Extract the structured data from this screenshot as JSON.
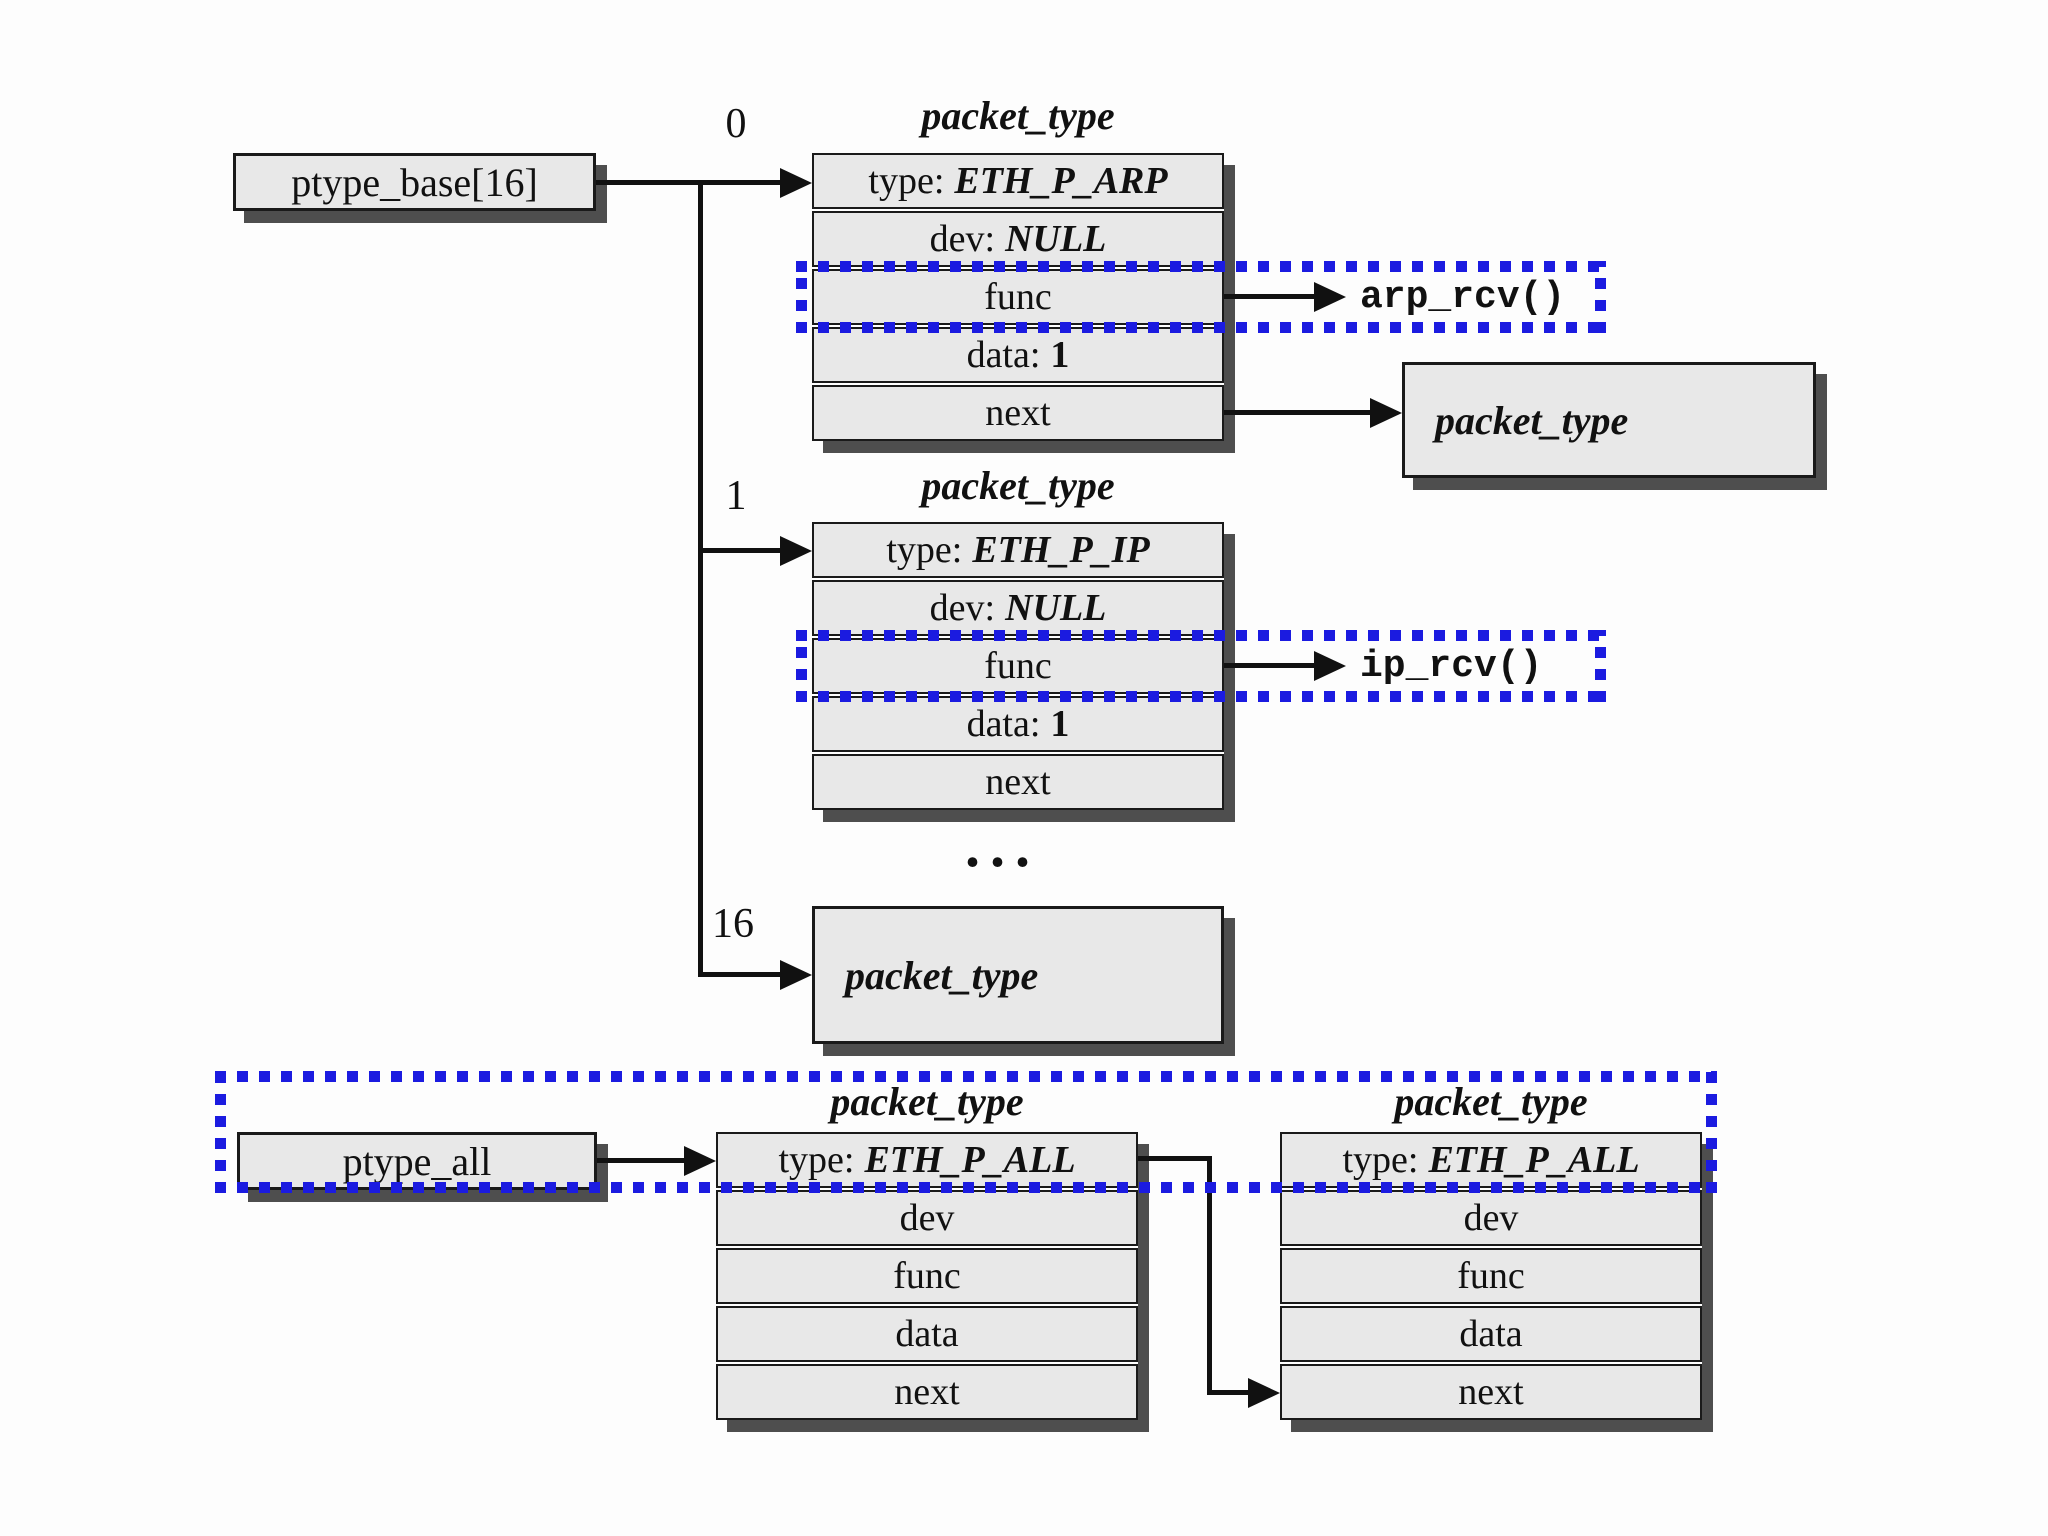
{
  "colors": {
    "box_fill": "#e8e8e8",
    "border": "#1a1a1a",
    "shadow": "#4e4e4e",
    "highlight_blue": "#1b1be0",
    "line": "#111111",
    "background": "#fdfdfd"
  },
  "top": {
    "array_label": "ptype_base[16]",
    "branch_0": "0",
    "branch_1": "1",
    "branch_16": "16",
    "struct_arp": {
      "title": "packet_type",
      "rows": [
        {
          "label": "type:",
          "value": "ETH_P_ARP"
        },
        {
          "label": "dev:",
          "value": "NULL"
        },
        {
          "label": "func"
        },
        {
          "label": "data:",
          "value": "1"
        },
        {
          "label": "next"
        }
      ],
      "func_handler": "arp_rcv()"
    },
    "next_box_label": "packet_type",
    "struct_ip": {
      "title": "packet_type",
      "rows": [
        {
          "label": "type:",
          "value": "ETH_P_IP"
        },
        {
          "label": "dev:",
          "value": "NULL"
        },
        {
          "label": "func"
        },
        {
          "label": "data:",
          "value": "1"
        },
        {
          "label": "next"
        }
      ],
      "func_handler": "ip_rcv()"
    },
    "ellipsis": "...",
    "slot16_box_label": "packet_type"
  },
  "bottom": {
    "list_label": "ptype_all",
    "struct_a": {
      "title": "packet_type",
      "rows": [
        {
          "label": "type:",
          "value": "ETH_P_ALL"
        },
        {
          "label": "dev"
        },
        {
          "label": "func"
        },
        {
          "label": "data"
        },
        {
          "label": "next"
        }
      ]
    },
    "struct_b": {
      "title": "packet_type",
      "rows": [
        {
          "label": "type:",
          "value": "ETH_P_ALL"
        },
        {
          "label": "dev"
        },
        {
          "label": "func"
        },
        {
          "label": "data"
        },
        {
          "label": "next"
        }
      ]
    }
  }
}
